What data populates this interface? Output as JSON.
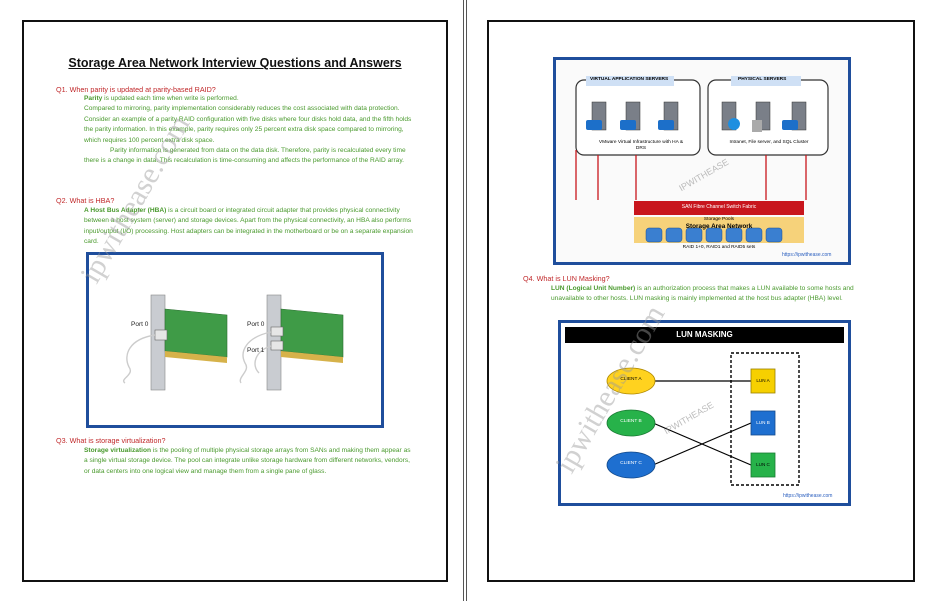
{
  "left_page": {
    "title": "Storage Area Network Interview Questions and Answers",
    "q1": {
      "question": "Q1. When parity is updated at parity-based RAID?",
      "term": "Parity",
      "line1_rest": " is updated each time when write is performed.",
      "para2": "Compared to mirroring, parity implementation considerably reduces the cost associated with data protection. Consider an example of a parity RAID configuration with five disks where four disks hold data, and the fifth holds the parity information. In this example, parity requires only 25 percent extra disk space compared to mirroring, which requires 100 percent extra disk space.",
      "para3": "Parity information is generated from data on the data disk. Therefore, parity is recalculated every time there is a change in data. This recalculation is time-consuming and affects the performance of the RAID array."
    },
    "q2": {
      "question": "Q2. What is HBA?",
      "term": "A Host Bus Adapter (HBA)",
      "text_rest": " is a circuit board or integrated circuit adapter that provides physical connectivity between a host system (server) and storage devices. Apart from the physical connectivity, an HBA also performs input/output (I/O) processing. Host adapters can be integrated in the motherboard or be on a separate expansion card.",
      "image": {
        "card1_port": "Port 0",
        "card2_port0": "Port 0",
        "card2_port1": "Port 1"
      }
    },
    "q3": {
      "question": "Q3. What is storage virtualization?",
      "term": "Storage virtualization",
      "text_rest": " is the pooling of multiple physical storage arrays from SANs and making them appear as a single virtual storage device. The pool can integrate unlike storage hardware from different networks, vendors, or data centers into one logical view and manage them from a single pane of glass."
    },
    "watermark": "ipwithease.com"
  },
  "right_page": {
    "san_diagram": {
      "virtual_group": "VIRTUAL APPLICATION SERVERS",
      "physical_group": "PHYSICAL SERVERS",
      "vmware_label": "VMware Virtual Infrastructure with HA & DRS",
      "intranet_label": "Intranet, File server, and SQL Cluster",
      "switch_label": "SAN Fibre Channel Switch Fabric",
      "pool_label": "Storage Pools",
      "san_label": "Storage Area Network",
      "raid_label": "RAID 1+0, RAID1 and RAID5 sets",
      "credit": "https://ipwithease.com",
      "watermark": "IPWITHEASE"
    },
    "q4": {
      "question": "Q4. What is LUN Masking?",
      "term": "LUN (Logical Unit Number)",
      "text_rest": " is an authorization process that makes a LUN available to some hosts and unavailable to other hosts. LUN masking is mainly implemented at the host bus adapter (HBA) level."
    },
    "lun_diagram": {
      "title": "LUN MASKING",
      "client_a": "CLIENT A",
      "client_b": "CLIENT B",
      "client_c": "CLIENT C",
      "lun_a": "LUN A",
      "lun_b": "LUN B",
      "lun_c": "LUN C",
      "credit": "https://ipwithease.com",
      "watermark": "IPWITHEASE"
    },
    "watermark": "ipwithease.com"
  },
  "colors": {
    "question": "#c0282a",
    "answer": "#4a9a2e",
    "image_border": "#1f4e9c",
    "switch_red": "#c8161d",
    "pool_yellow": "#f6d27a",
    "client_yellow": "#ffd21f",
    "client_green": "#27b24a",
    "client_blue": "#1e6fd0"
  }
}
